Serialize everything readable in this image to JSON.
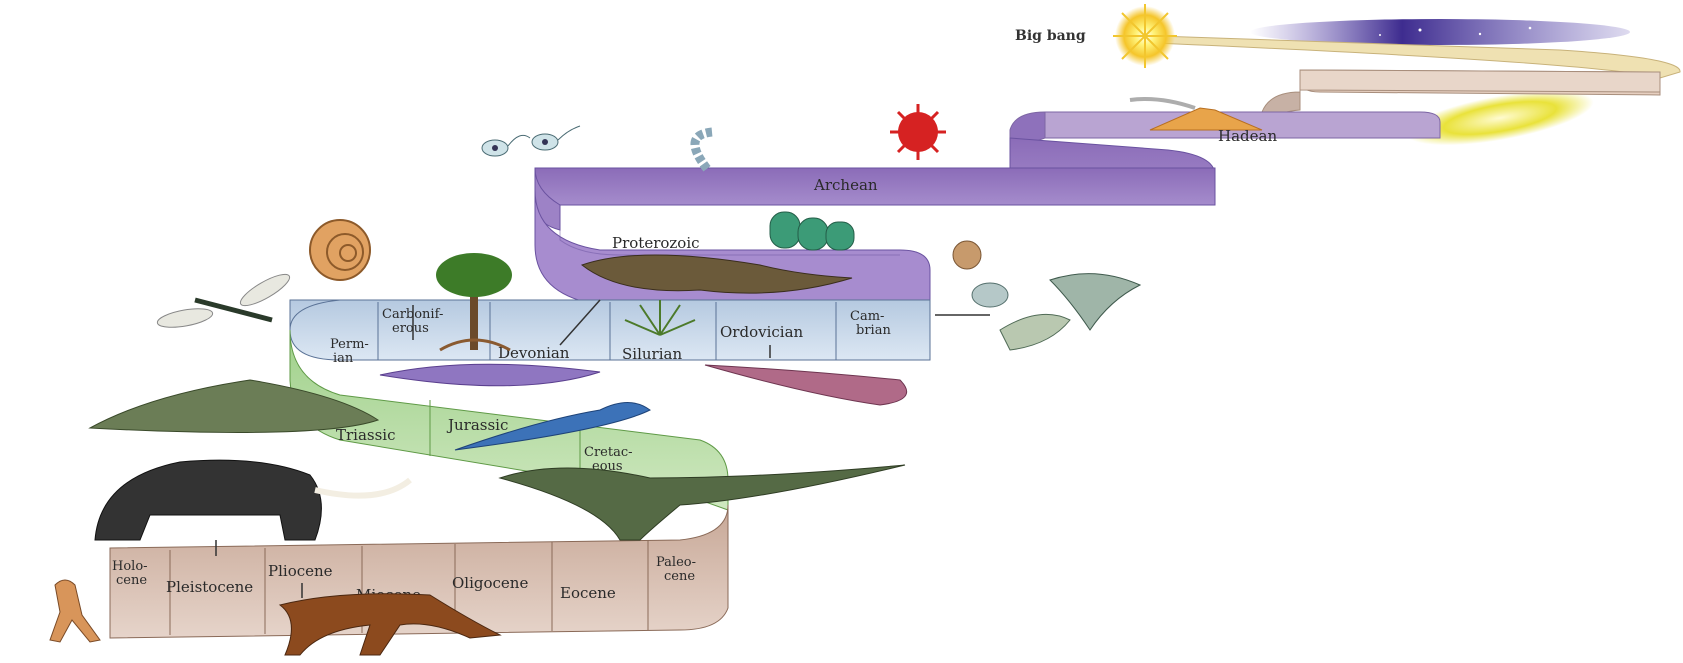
{
  "big_bang_label": "Big bang",
  "eons": {
    "hadean": "Hadean",
    "archean": "Archean",
    "proterozoic": "Proterozoic"
  },
  "paleozoic_periods": {
    "cambrian": [
      "Cam-",
      "brian"
    ],
    "ordovician": "Ordovician",
    "silurian": "Silurian",
    "devonian": "Devonian",
    "carboniferous": [
      "Carbonif-",
      "erous"
    ],
    "permian": [
      "Perm-",
      "ian"
    ]
  },
  "mesozoic_periods": {
    "triassic": "Triassic",
    "jurassic": "Jurassic",
    "cretaceous": [
      "Cretac-",
      "eous"
    ]
  },
  "cenozoic_epochs": {
    "holocene": [
      "Holo-",
      "cene"
    ],
    "pleistocene": "Pleistocene",
    "pliocene": "Pliocene",
    "miocene": "Miocene",
    "oligocene": "Oligocene",
    "eocene": "Eocene",
    "paleocene": [
      "Paleo-",
      "cene"
    ]
  },
  "colors": {
    "hadean_ribbon": "#b7a3cf",
    "archean_ribbon": "#9a7cc1",
    "proterozoic_ribbon": "#8e6fb9",
    "paleozoic_ribbon": "#c9d8ea",
    "mesozoic_ribbon": "#b9dca4",
    "cenozoic_ribbon": "#cdb1a2",
    "bigbang_band": "#efe1b2"
  }
}
